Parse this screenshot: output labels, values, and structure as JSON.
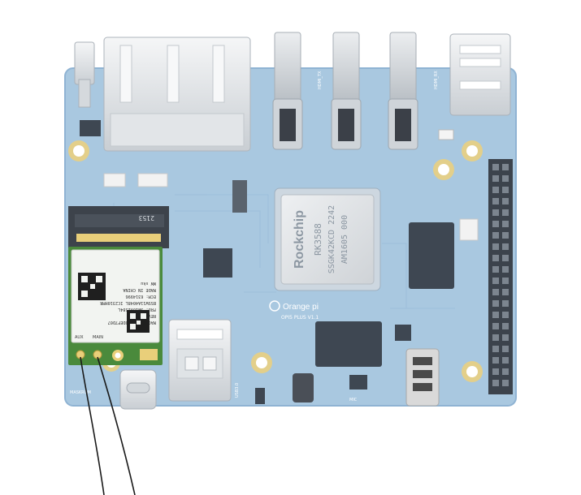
{
  "board": {
    "colors": {
      "pcb": "#a9c8e0",
      "pcb_dark": "#8fb3d3",
      "metal": "#e6e9ec",
      "metal_dark": "#b8bec4",
      "chip": "#3e4752",
      "gold": "#e9cf7a",
      "silk": "#ffffff",
      "module": "#f2f4f1",
      "antenna": "#1a1a1a"
    },
    "soc": {
      "brand": "Rockchip",
      "model": "RK3588",
      "code1": "SSGK42KCD 2242",
      "code2": "AM1605 000"
    },
    "brand_logo": "Orange pi",
    "board_model": "OPI5 PLUS V1.1",
    "silk_labels": {
      "left_edge": "MASKROM",
      "usb_label": "USB3.0",
      "hdmi_tx": "HDMI_TX",
      "hdmi_rx": "HDMI_RX",
      "mic": "MIC"
    },
    "wifi_module": {
      "sticker_lines": [
        "MAC: 235F4ADDEF7D07",
        "REV V00",
        "FRU: SW10V2584L",
        "BSSW11A4048L IC2310HMR",
        "ECM: 6314996",
        "MADE IN CHINA",
        "WW sku"
      ],
      "port_main": "MAIN",
      "port_aux": "AUX"
    },
    "m2_slot_label": "2153"
  }
}
